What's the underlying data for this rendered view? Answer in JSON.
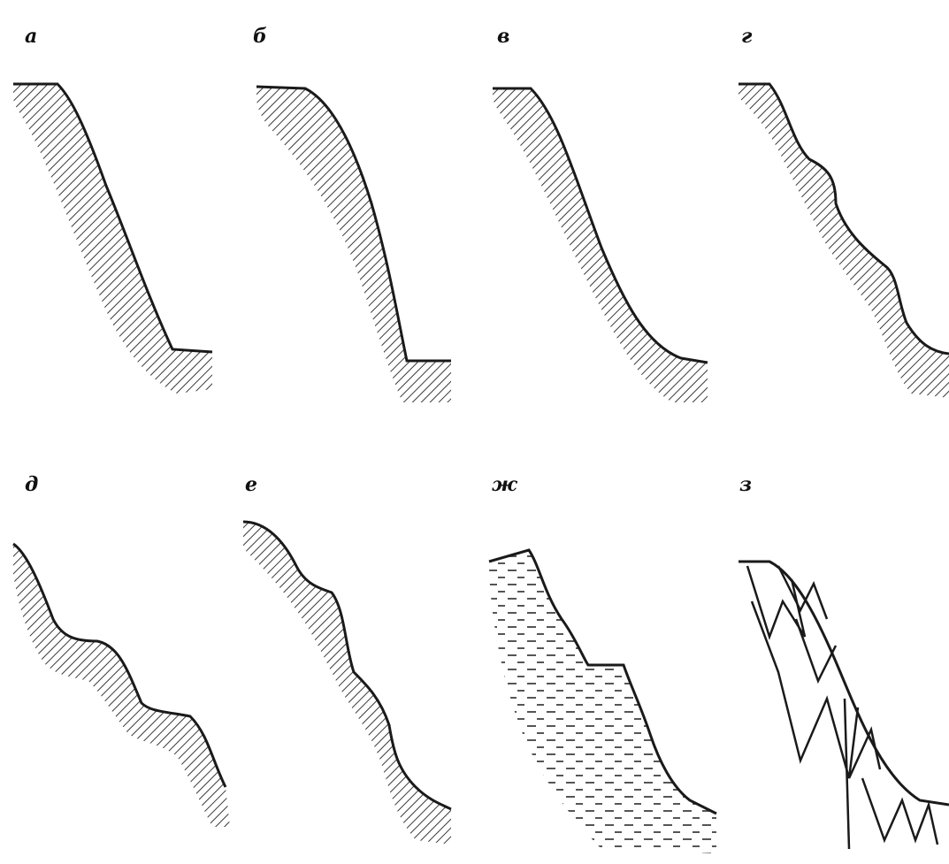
{
  "figure": {
    "panels": [
      {
        "id": "a",
        "label": "a",
        "profile": "straight-convex-concave",
        "fill": "diagonal-hatch"
      },
      {
        "id": "b",
        "label": "б",
        "profile": "convex",
        "fill": "diagonal-hatch"
      },
      {
        "id": "v",
        "label": "в",
        "profile": "convex-concave",
        "fill": "diagonal-hatch"
      },
      {
        "id": "g",
        "label": "г",
        "profile": "stepped",
        "fill": "diagonal-hatch"
      },
      {
        "id": "d",
        "label": "д",
        "profile": "terraced",
        "fill": "diagonal-hatch"
      },
      {
        "id": "e",
        "label": "е",
        "profile": "wavy-stepped",
        "fill": "diagonal-hatch"
      },
      {
        "id": "zh",
        "label": "ж",
        "profile": "ledged-layered",
        "fill": "dashed-layers"
      },
      {
        "id": "z",
        "label": "з",
        "profile": "folded-convex",
        "fill": "zigzag-strata"
      }
    ],
    "colors": {
      "ink": "#1a1a1a",
      "hatch": "#3a3a3a",
      "background": "#ffffff"
    }
  }
}
